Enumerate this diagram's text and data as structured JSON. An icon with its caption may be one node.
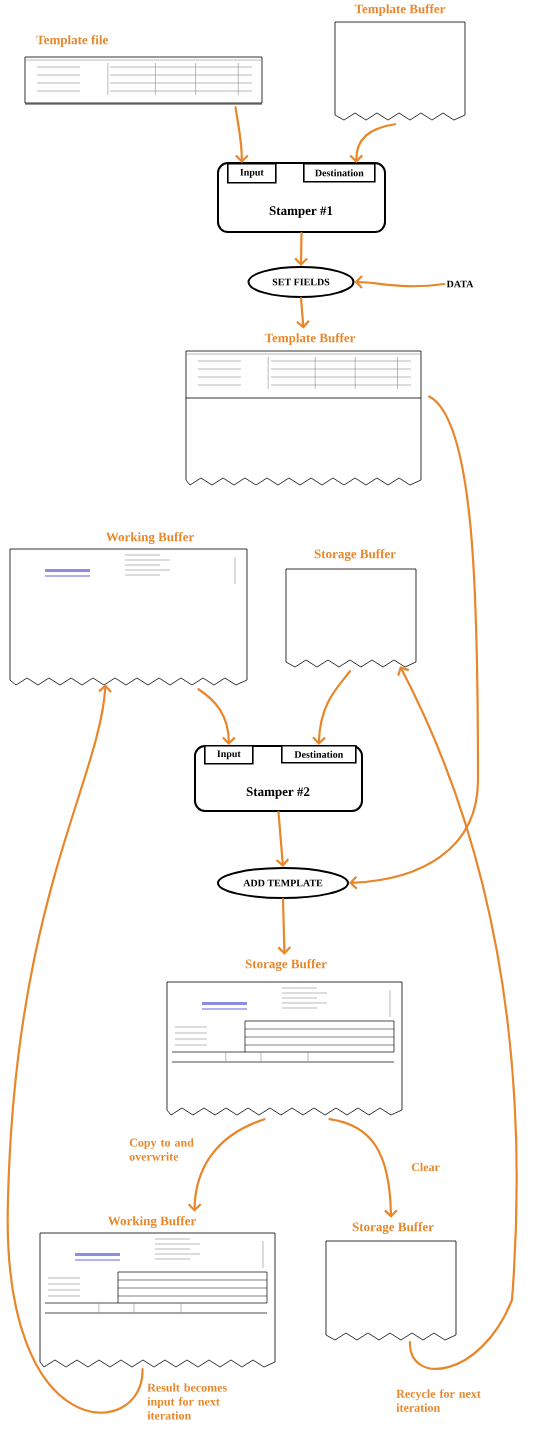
{
  "diagram": {
    "nodes": [
      {
        "text": [
          "Template file"
        ]
      },
      {
        "text": [
          "Template Buffer"
        ]
      },
      {
        "text": [
          "Stamper #1"
        ]
      },
      {
        "text": [
          "Input"
        ],
        "in": 2
      },
      {
        "text": [
          "Destination"
        ],
        "in": 2
      },
      {
        "text": [
          "SET FIELDS"
        ]
      },
      {
        "text": [
          "DATA"
        ]
      },
      {
        "text": [
          "Template Buffer"
        ]
      },
      {
        "text": [
          "Working Buffer"
        ]
      },
      {
        "text": [
          "Storage Buffer"
        ]
      },
      {
        "text": [
          "Stamper #2"
        ]
      },
      {
        "text": [
          "Input"
        ],
        "in": 10
      },
      {
        "text": [
          "Destination"
        ],
        "in": 10
      },
      {
        "text": [
          "ADD TEMPLATE"
        ]
      },
      {
        "text": [
          "Storage Buffer"
        ]
      },
      {
        "text": [
          "Working Buffer"
        ]
      },
      {
        "text": [
          "Storage Buffer"
        ]
      }
    ],
    "edges": [
      {
        "from": 0,
        "to": 3,
        "arrow": "to"
      },
      {
        "from": 1,
        "to": 4,
        "arrow": "to"
      },
      {
        "from": 2,
        "to": 5,
        "arrow": "to"
      },
      {
        "from": 6,
        "to": 5,
        "arrow": "to"
      },
      {
        "from": 5,
        "to": 7,
        "arrow": "to"
      },
      {
        "from": 8,
        "to": 11,
        "arrow": "to"
      },
      {
        "from": 9,
        "to": 12,
        "arrow": "to"
      },
      {
        "from": 7,
        "to": 13,
        "arrow": "to"
      },
      {
        "from": 10,
        "to": 13,
        "arrow": "to"
      },
      {
        "from": 13,
        "to": 14,
        "arrow": "to"
      },
      {
        "from": 14,
        "to": 15,
        "arrow": "to",
        "label": "Copy to and overwrite"
      },
      {
        "from": 14,
        "to": 16,
        "arrow": "to",
        "label": "Clear"
      },
      {
        "from": 15,
        "to": 8,
        "arrow": "to",
        "label": "Result becomes input for next iteration"
      },
      {
        "from": 16,
        "to": 9,
        "arrow": "to",
        "label": "Recycle for next iteration"
      }
    ]
  }
}
